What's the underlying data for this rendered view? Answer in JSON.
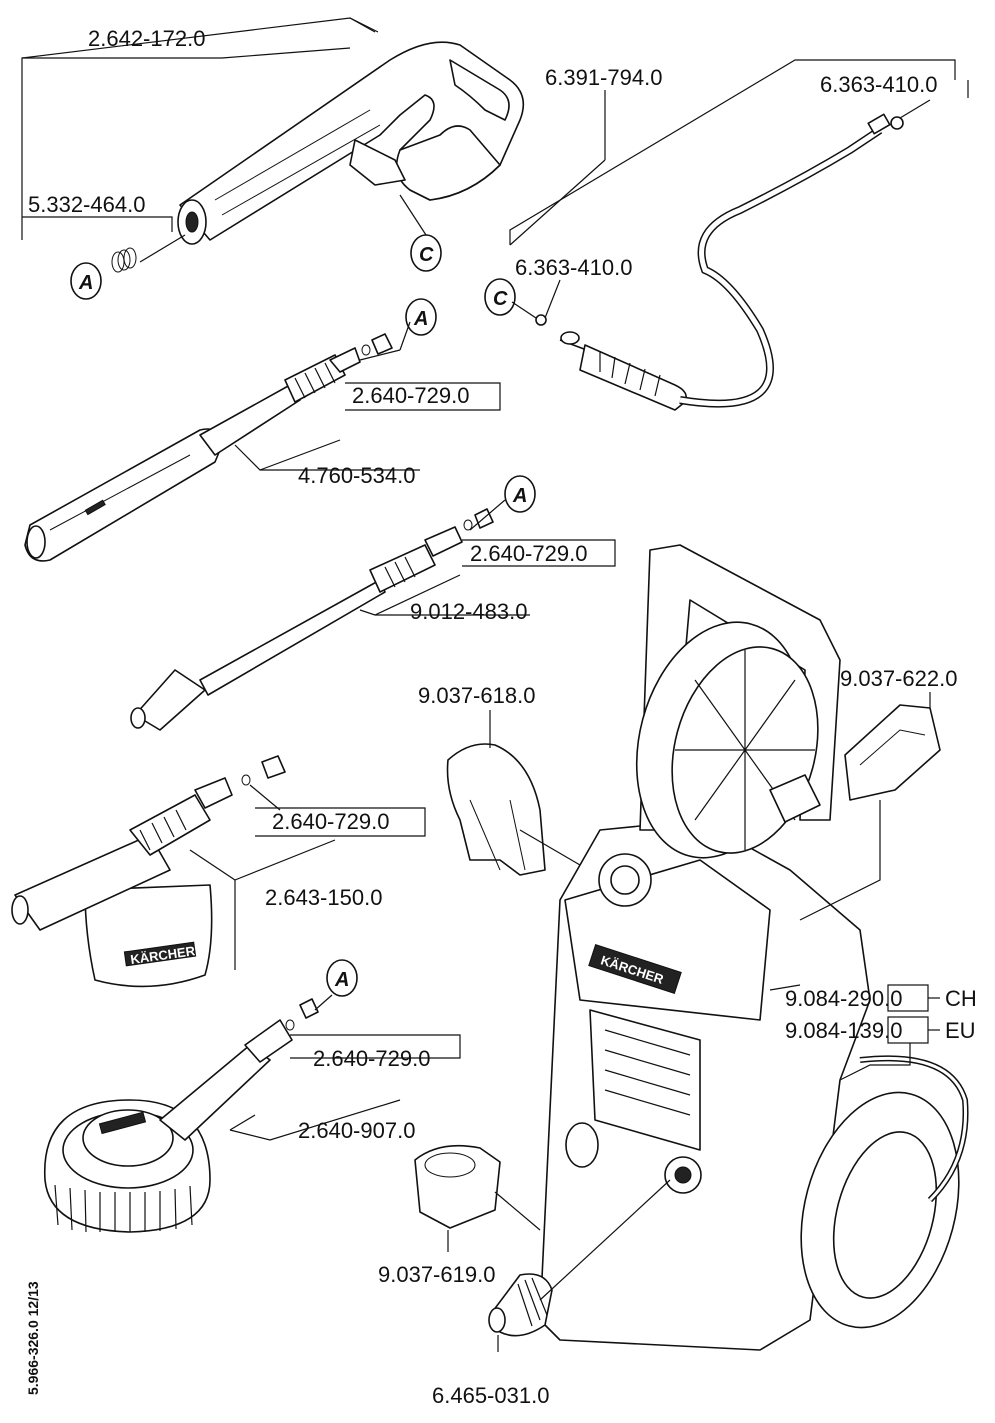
{
  "parts": {
    "spray_gun": "2.642-172.0",
    "gun_seal_kit": "5.332-464.0",
    "hose": "6.391-794.0",
    "o_ring_top": "6.363-410.0",
    "o_ring_hose": "6.363-410.0",
    "lance_seal_1": "2.640-729.0",
    "vario_lance": "4.760-534.0",
    "lance_seal_2": "2.640-729.0",
    "dirt_blaster": "9.012-483.0",
    "lance_seal_3": "2.640-729.0",
    "foam_nozzle": "2.643-150.0",
    "lance_seal_4": "2.640-729.0",
    "wash_brush": "2.640-907.0",
    "holder_left": "9.037-618.0",
    "holder_right": "9.037-622.0",
    "holder_bottom": "9.037-619.0",
    "cable_ch": "9.084-290.0",
    "cable_eu": "9.084-139.0",
    "coupling": "6.465-031.0"
  },
  "variants": {
    "ch": "CH",
    "eu": "EU"
  },
  "callouts": {
    "a": "A",
    "c": "C"
  },
  "brand": "KÄRCHER",
  "doc_number": "5.966-326.0  12/13",
  "colors": {
    "line": "#111111",
    "background": "#ffffff"
  }
}
